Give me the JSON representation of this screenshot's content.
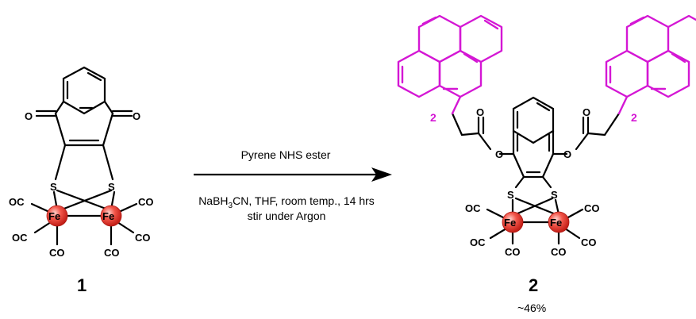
{
  "reaction": {
    "reagent_top": "Pyrene NHS ester",
    "reagent_bottom_line1_prefix": "NaBH",
    "reagent_bottom_line1_sub": "3",
    "reagent_bottom_line1_suffix": "CN, THF, room temp., 14 hrs",
    "reagent_bottom_line2": "stir  under Argon"
  },
  "compound1": {
    "label": "1",
    "atoms": {
      "O": "O",
      "S": "S",
      "Fe": "Fe",
      "CO": "CO",
      "OC": "OC"
    }
  },
  "compound2": {
    "label": "2",
    "yield": "~46%",
    "linker_count": "2",
    "atoms": {
      "O": "O",
      "S": "S",
      "Fe": "Fe",
      "CO": "CO",
      "OC": "OC"
    }
  },
  "colors": {
    "pyrene": "#d417d4",
    "iron": "#e8322a",
    "bond": "#000000"
  }
}
